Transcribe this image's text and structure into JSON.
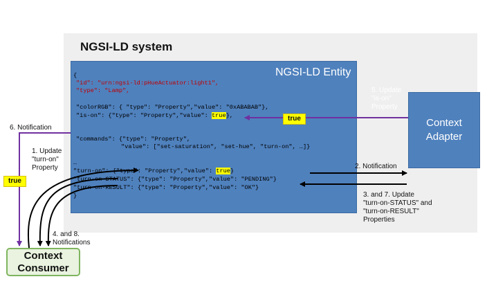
{
  "system_title": "NGSI-LD system",
  "entity": {
    "title": "NGSI-LD Entity",
    "code": {
      "open_brace": "{",
      "id_line": "\"id\": \"urn:ngsi-ld:pHueActuator:light1\",",
      "type_line": "\"type\": \"Lamp\",",
      "color_line": "\"colorRGB\": { \"type\": \"Property\",\"value\": \"0xABABAB\"},",
      "is_on_prefix": "\"is-on\": {\"type\": \"Property\",\"value\": ",
      "is_on_value": "true",
      "is_on_suffix": "},",
      "commands_line1": "\"commands\": {\"type\": \"Property\",",
      "commands_line2": "\"value\": [\"set-saturation\", \"set-hue\", \"turn-on\", …]}",
      "ellipsis": "…",
      "turn_on_prefix": "\"turn-on\": {\"type\": \"Property\",\"value\": ",
      "turn_on_value": "true",
      "turn_on_suffix": "}",
      "status_line": "\"turn-on-STATUS\": {\"type\": \"Property\",\"value\": \"PENDING\"}",
      "result_line": "\"turn-on-RESULT\": {\"type\": \"Property\",\"value\": \"OK\"}",
      "close_brace": "}"
    }
  },
  "adapter": {
    "line1": "Context",
    "line2": "Adapter"
  },
  "consumer": {
    "line1": "Context",
    "line2": "Consumer"
  },
  "labels": {
    "step5": [
      "5. Update",
      "\"is-on\"",
      "Property"
    ],
    "step6": "6. Notification",
    "step1": [
      "1. Update",
      "\"turn-on\"",
      "Property"
    ],
    "step2": "2. Notification",
    "step3_7": [
      "3. and 7. Update",
      "\"turn-on-STATUS\" and",
      "\"turn-on-RESULT\"",
      "Properties"
    ],
    "step4_8": [
      "4. and 8.",
      "Notifications"
    ]
  },
  "badges": {
    "true_right": "true",
    "true_left": "true"
  },
  "colors": {
    "panel": "#efefef",
    "entity": "#4f81bd",
    "purple_arrow": "#7030a0",
    "highlight": "#ffff00",
    "consumer_border": "#7fb55e"
  }
}
